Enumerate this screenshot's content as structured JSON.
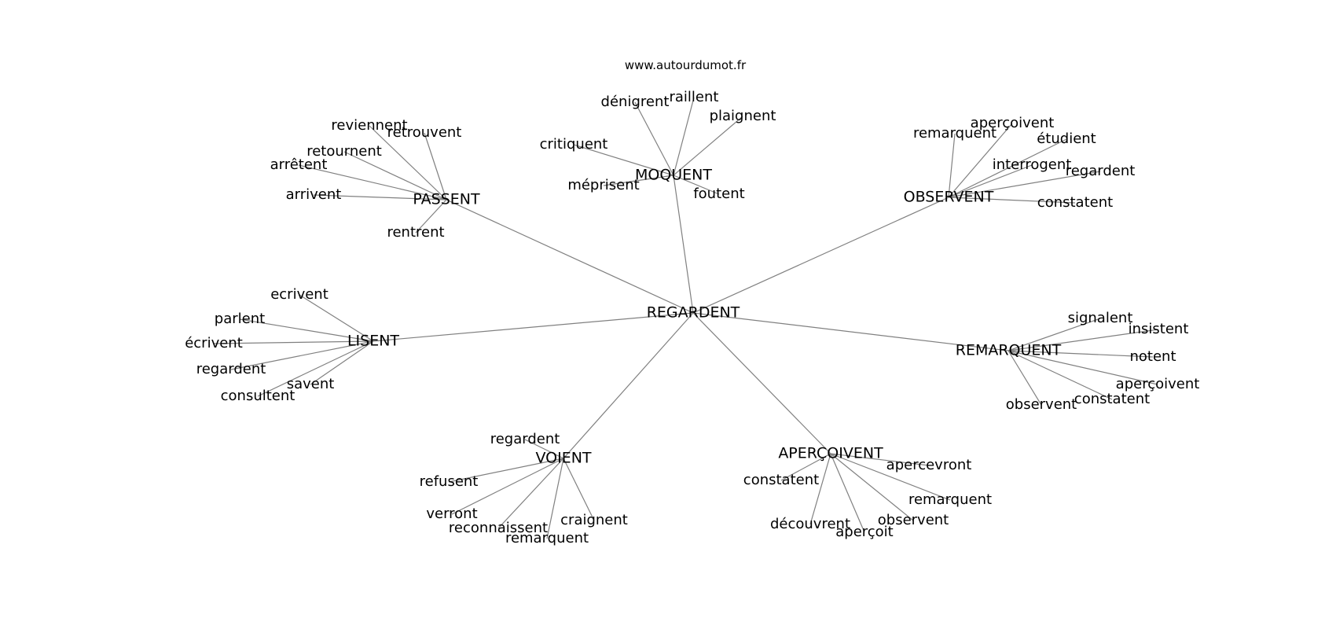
{
  "site_label": "www.autourdumot.fr",
  "graph": {
    "center": "REGARDENT",
    "hubs": [
      {
        "id": "passent",
        "label": "PASSENT",
        "leaves": [
          "reviennent",
          "retrouvent",
          "retournent",
          "arrêtent",
          "arrivent",
          "rentrent"
        ]
      },
      {
        "id": "moquent",
        "label": "MOQUENT",
        "leaves": [
          "dénigrent",
          "raillent",
          "plaignent",
          "critiquent",
          "méprisent",
          "foutent"
        ]
      },
      {
        "id": "observent",
        "label": "OBSERVENT",
        "leaves": [
          "remarquent",
          "aperçoivent",
          "étudient",
          "interrogent",
          "regardent",
          "constatent"
        ]
      },
      {
        "id": "lisent",
        "label": "LISENT",
        "leaves": [
          "ecrivent",
          "parlent",
          "écrivent",
          "regardent",
          "savent",
          "consultent"
        ]
      },
      {
        "id": "remarquent",
        "label": "REMARQUENT",
        "leaves": [
          "signalent",
          "insistent",
          "notent",
          "aperçoivent",
          "constatent",
          "observent"
        ]
      },
      {
        "id": "voient",
        "label": "VOIENT",
        "leaves": [
          "regardent",
          "refusent",
          "verront",
          "reconnaissent",
          "craignent",
          "remarquent"
        ]
      },
      {
        "id": "apercoivent",
        "label": "APERÇOIVENT",
        "leaves": [
          "apercevront",
          "constatent",
          "remarquent",
          "observent",
          "découvrent",
          "aperçoit"
        ]
      }
    ]
  }
}
